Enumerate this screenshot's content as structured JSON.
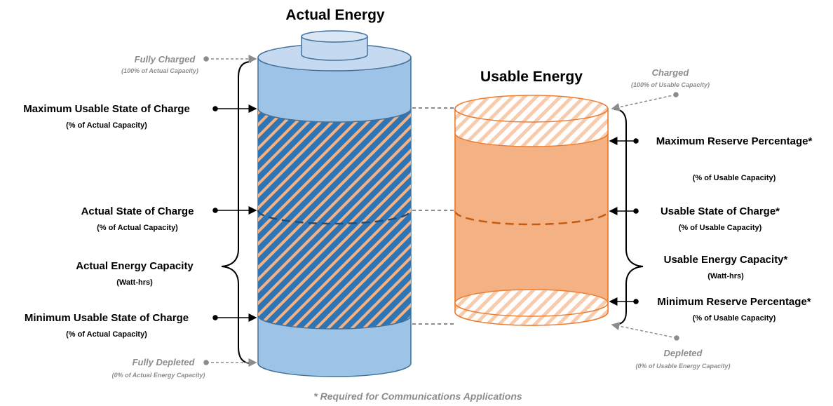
{
  "titles": {
    "actual": "Actual Energy",
    "usable": "Usable Energy"
  },
  "left_labels": {
    "max_usable_soc": {
      "main": "Maximum Usable State of Charge",
      "sub": "(% of Actual Capacity)"
    },
    "actual_soc": {
      "main": "Actual State of Charge",
      "sub": "(% of Actual Capacity)"
    },
    "actual_capacity": {
      "main": "Actual Energy Capacity",
      "sub": "(Watt-hrs)"
    },
    "min_usable_soc": {
      "main": "Minimum Usable State of Charge",
      "sub": "(% of Actual Capacity)"
    }
  },
  "right_labels": {
    "max_reserve": {
      "main": "Maximum Reserve Percentage*",
      "sub": "(% of Usable Capacity)"
    },
    "usable_soc": {
      "main": "Usable State of Charge*",
      "sub": "(% of Usable Capacity)"
    },
    "usable_capacity": {
      "main": "Usable Energy Capacity*",
      "sub": "(Watt-hrs)"
    },
    "min_reserve": {
      "main": "Minimum Reserve Percentage*",
      "sub": "(% of Usable Capacity)"
    }
  },
  "gray_labels": {
    "fully_charged": {
      "main": "Fully Charged",
      "sub": "(100% of Actual Capacity)"
    },
    "charged": {
      "main": "Charged",
      "sub": "(100% of Usable Capacity)"
    },
    "fully_depleted": {
      "main": "Fully Depleted",
      "sub": "(0% of Actual Energy Capacity)"
    },
    "depleted": {
      "main": "Depleted",
      "sub": "(0% of Usable Energy Capacity)"
    }
  },
  "footnote": "* Required for Communications Applications",
  "colors": {
    "blue_fill": "#9dc3e6",
    "blue_top": "#c5daf0",
    "blue_stroke": "#41719c",
    "blue_dark": "#2e75b6",
    "orange_fill": "#f4b183",
    "orange_stroke": "#ed7d31",
    "orange_light": "#f8cbad",
    "gray": "#8c8c8c"
  }
}
